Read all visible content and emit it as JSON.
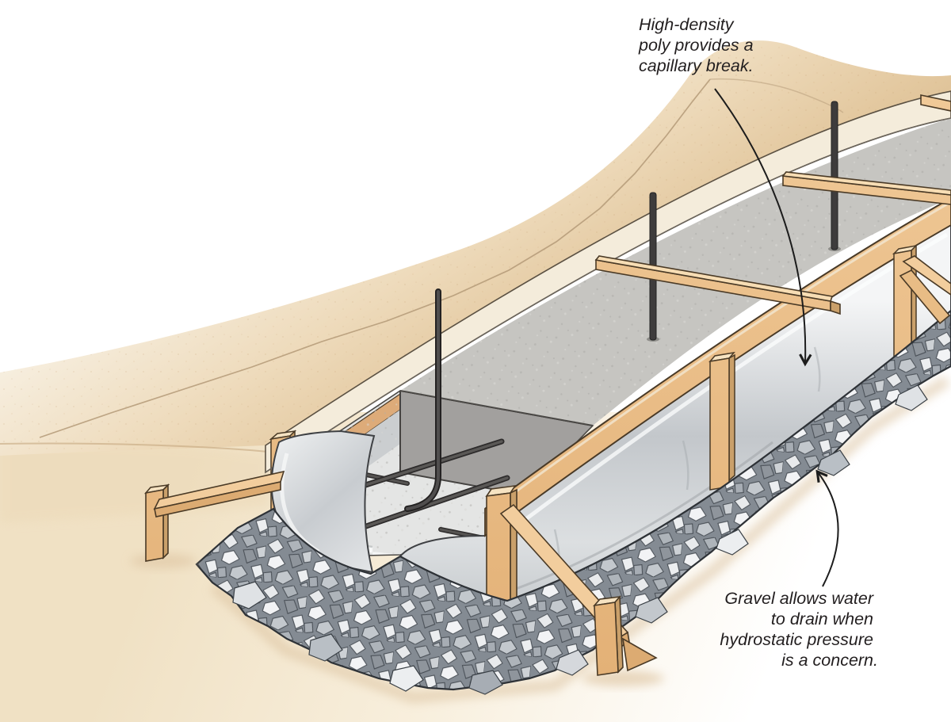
{
  "figure": {
    "type": "construction-cutaway-illustration",
    "subject": "Concrete footing formwork with poly capillary break and gravel drainage bed"
  },
  "annotations": {
    "poly": {
      "lines": [
        "High-density",
        "poly provides a",
        "capillary break."
      ],
      "align": "left"
    },
    "gravel": {
      "lines": [
        "Gravel allows water",
        "to drain when",
        "hydrostatic pressure",
        "is a concern."
      ],
      "align": "right"
    }
  },
  "palette": {
    "text": "#231f20",
    "leader_line": "#1c1c1c",
    "soil_bank": "#e3c89f",
    "ground": "#f3e6cd",
    "wood_light": "#f2cd9d",
    "wood_mid": "#e2af74",
    "wood_dark": "#caa06a",
    "concrete_top": "#c6c5c1",
    "concrete_cut_face": "#a2a09e",
    "poly_sheet_light": "#f4f5f6",
    "poly_sheet_mid": "#c3c7cb",
    "gravel_base": "#848b93",
    "gravel_stone_light": "#f2f3f5",
    "rebar": "#3e3c3c"
  }
}
